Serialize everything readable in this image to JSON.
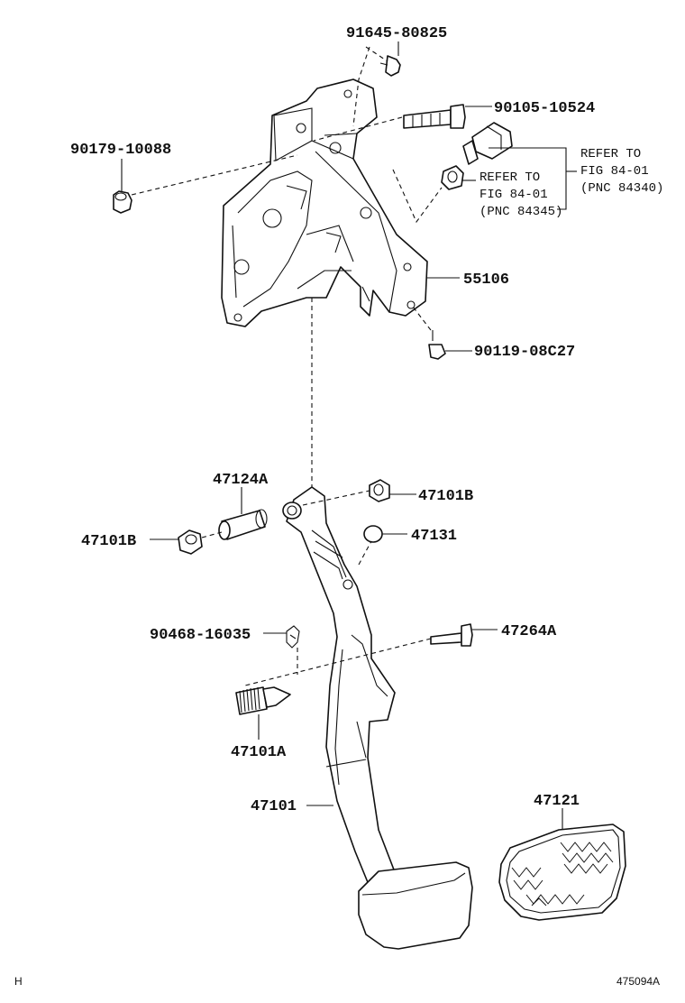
{
  "parts": {
    "p91645": "91645-80825",
    "p90105": "90105-10524",
    "p90179": "90179-10088",
    "p55106": "55106",
    "p90119": "90119-08C27",
    "p47124A": "47124A",
    "p47101B_right": "47101B",
    "p47101B_left": "47101B",
    "p47131": "47131",
    "p90468": "90468-16035",
    "p47264A": "47264A",
    "p47101A": "47101A",
    "p47101": "47101",
    "p47121": "47121"
  },
  "refs": {
    "ref1": {
      "line1": "REFER TO",
      "line2": "FIG 84-01",
      "line3": "(PNC 84340)"
    },
    "ref2": {
      "line1": "REFER TO",
      "line2": "FIG 84-01",
      "line3": "(PNC 84345)"
    }
  },
  "corner": {
    "left": "H",
    "right": "475094A"
  }
}
